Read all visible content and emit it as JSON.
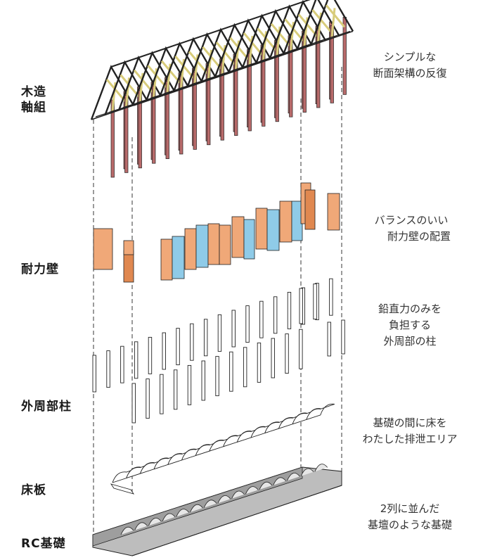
{
  "layers": [
    {
      "id": "timber-frame",
      "label_lines": [
        "木造",
        "軸組"
      ],
      "description_lines": [
        "シンプルな",
        "断面架構の反復"
      ]
    },
    {
      "id": "shear-walls",
      "label_lines": [
        "耐力壁"
      ],
      "description_lines": [
        "バランスのいい",
        "耐力壁の配置"
      ]
    },
    {
      "id": "perimeter-columns",
      "label_lines": [
        "外周部柱"
      ],
      "description_lines": [
        "鉛直力のみを",
        "負担する",
        "外周部の柱"
      ]
    },
    {
      "id": "floor-slab",
      "label_lines": [
        "床板"
      ],
      "description_lines": [
        "基礎の間に床を",
        "わたした排泄エリア"
      ]
    },
    {
      "id": "rc-foundation",
      "label_lines": [
        "RC基礎"
      ],
      "description_lines": [
        "2列に並んだ",
        "基壇のような基礎"
      ]
    }
  ],
  "colors": {
    "line": "#222222",
    "frame_post": "#b86a6a",
    "frame_brace": "#d8cc7a",
    "wall_orange": "#f0a878",
    "wall_orange_dark": "#e08850",
    "wall_blue": "#8fcbe8",
    "concrete": "#bdbdbd",
    "concrete_dark": "#9e9e9e"
  },
  "icons": {
    "timber-frame": "timber-frame-illustration",
    "shear-walls": "shear-wall-panels-illustration",
    "perimeter-columns": "column-grid-illustration",
    "floor-slab": "floor-board-illustration",
    "rc-foundation": "concrete-foundation-illustration"
  }
}
